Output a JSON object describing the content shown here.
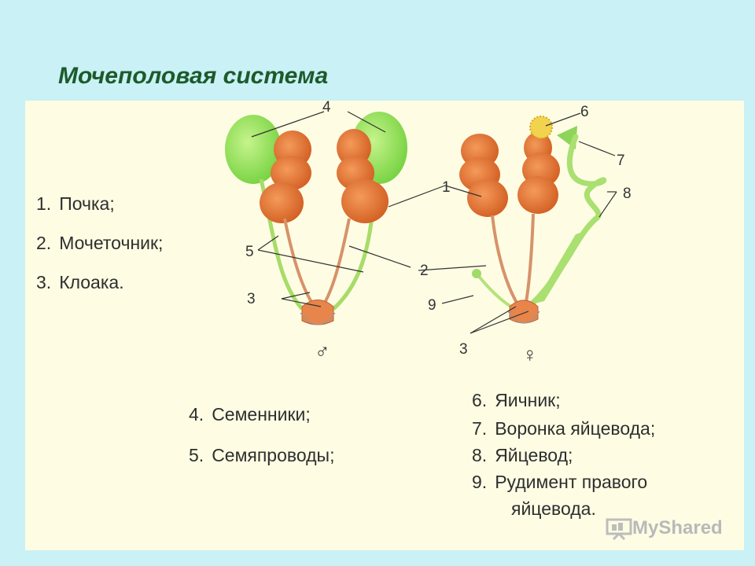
{
  "title": "Мочеполовая система",
  "legend_general": [
    {
      "num": "1.",
      "label": "Почка;"
    },
    {
      "num": "2.",
      "label": "Мочеточник;"
    },
    {
      "num": "3.",
      "label": "Клоака."
    }
  ],
  "legend_male": [
    {
      "num": "4.",
      "label": "Семенники;"
    },
    {
      "num": "5.",
      "label": "Семяпроводы;"
    }
  ],
  "legend_female": [
    {
      "num": "6.",
      "label": "Яичник;"
    },
    {
      "num": "7.",
      "label": "Воронка яйцевода;"
    },
    {
      "num": "8.",
      "label": "Яйцевод;"
    },
    {
      "num": "9.",
      "label": "Рудимент правого"
    },
    {
      "num": "",
      "label": "яйцевода."
    }
  ],
  "diagram_labels": {
    "n1": "1",
    "n2": "2",
    "n3_male": "3",
    "n3_female": "3",
    "n4": "4",
    "n5": "5",
    "n6": "6",
    "n7": "7",
    "n8": "8",
    "n9": "9",
    "male_symbol": "♂",
    "female_symbol": "♀"
  },
  "colors": {
    "kidney": "#e0702e",
    "gonad": "#9ae05a",
    "tube": "#c8e88a",
    "ovary": "#f0d050"
  },
  "watermark": "MyShared"
}
